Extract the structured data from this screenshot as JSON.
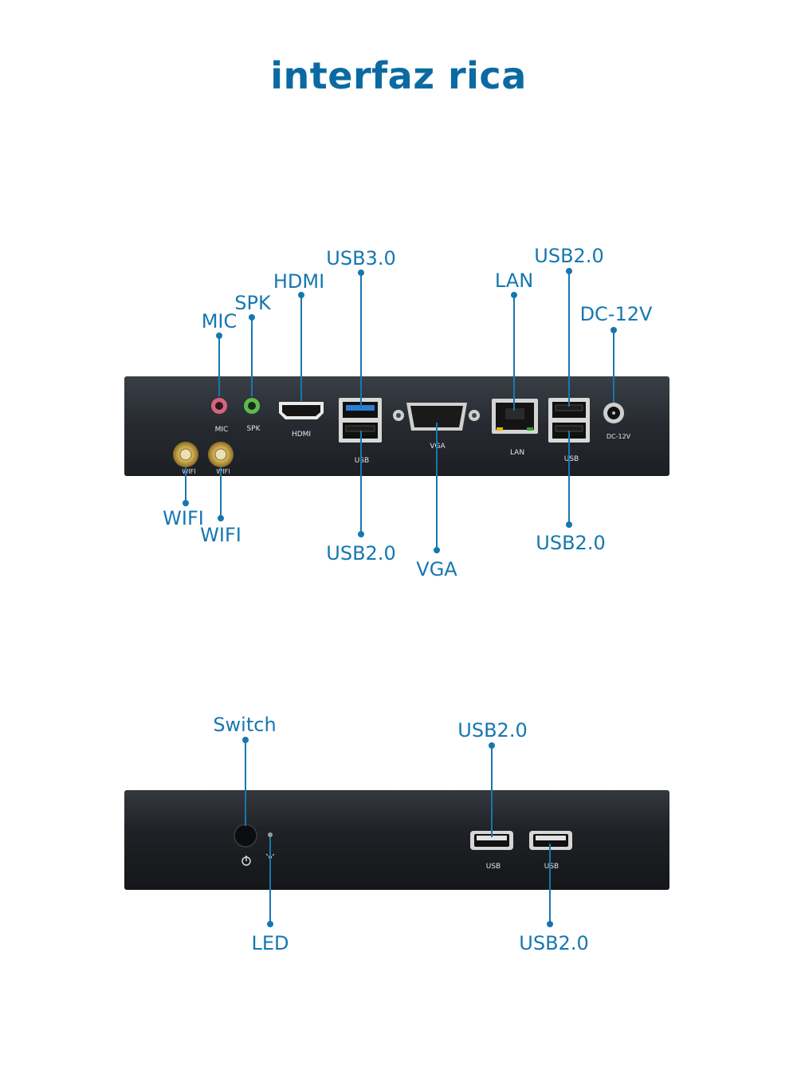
{
  "title": "interfaz rica",
  "rear_panel": {
    "callouts": {
      "usb30_top": "USB3.0",
      "hdmi": "HDMI",
      "spk": "SPK",
      "mic": "MIC",
      "lan": "LAN",
      "usb20_top": "USB2.0",
      "dc12v": "DC-12V",
      "wifi_left": "WIFI",
      "wifi_right": "WIFI",
      "usb20_bottom_left": "USB2.0",
      "vga": "VGA",
      "usb20_bottom_right": "USB2.0"
    },
    "printed_labels": {
      "mic": "MIC",
      "spk": "SPK",
      "hdmi": "HDMI",
      "usb_left": "USB",
      "vga": "VGA",
      "lan": "LAN",
      "usb_right": "USB",
      "dc": "DC-12V",
      "wifi1": "WIFI",
      "wifi2": "WIFI"
    }
  },
  "front_panel": {
    "callouts": {
      "switch": "Switch",
      "usb20_top": "USB2.0",
      "led": "LED",
      "usb20_bottom": "USB2.0"
    },
    "printed_labels": {
      "usb_left": "USB",
      "usb_right": "USB"
    }
  },
  "colors": {
    "accent": "#1677b0",
    "title": "#0b6aa2",
    "device_body": "#2b2f36",
    "mic_port": "#d9627e",
    "spk_port": "#5dbb4c",
    "usb3_blue": "#2a7fd4"
  }
}
